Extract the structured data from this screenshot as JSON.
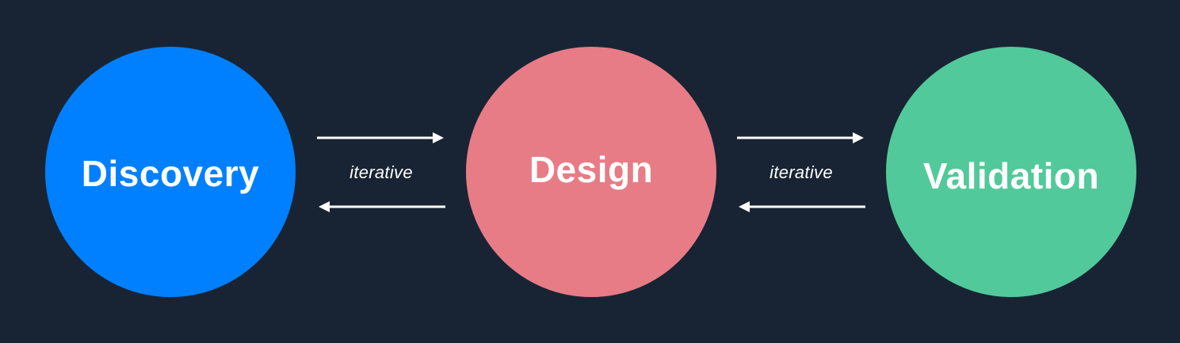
{
  "stages": [
    {
      "label": "Discovery",
      "color": "#0080FF"
    },
    {
      "label": "Design",
      "color": "#E87C86"
    },
    {
      "label": "Validation",
      "color": "#52C99A"
    }
  ],
  "connectors": [
    {
      "label": "iterative"
    },
    {
      "label": "iterative"
    }
  ],
  "colors": {
    "background": "#182433",
    "arrow": "#FFFFFF",
    "text": "#FFFFFF"
  }
}
